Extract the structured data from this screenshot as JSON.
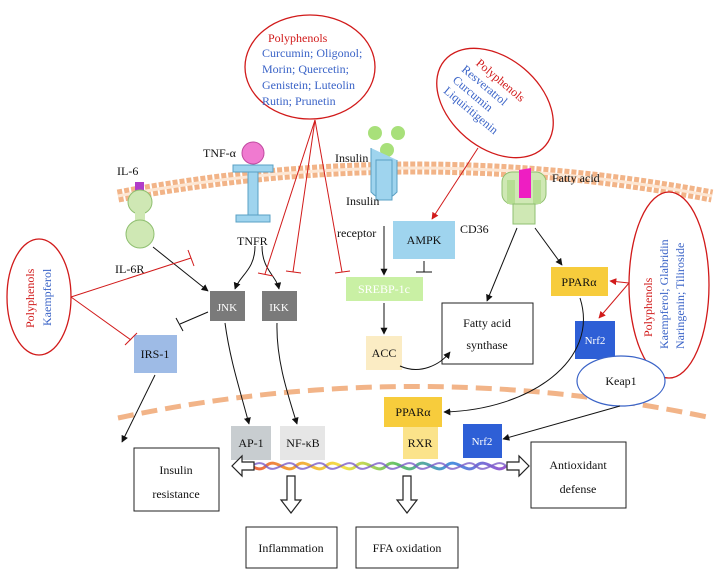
{
  "labels": {
    "il6": "IL-6",
    "il6r": "IL-6R",
    "tnf": "TNF-α",
    "tnfr": "TNFR",
    "insulin_top": "Insulin",
    "insulin_receptor_1": "Insulin",
    "insulin_receptor_2": "receptor",
    "fatty_acid": "Fatty acid",
    "cd36": "CD36",
    "ampk": "AMPK",
    "srebp": "SREBP-1c",
    "acc": "ACC",
    "fas_1": "Fatty acid",
    "fas_2": "synthase",
    "ppar_top": "PPARα",
    "nrf2_top": "Nrf2",
    "keap1": "Keap1",
    "jnk": "JNK",
    "ikk": "IKK",
    "irs1": "IRS-1",
    "ap1": "AP-1",
    "nfkb": "NF-κB",
    "ppar_bottom": "PPARα",
    "rxr": "RXR",
    "nrf2_bottom": "Nrf2",
    "insulin_res_1": "Insulin",
    "insulin_res_2": "resistance",
    "antiox_1": "Antioxidant",
    "antiox_2": "defense",
    "inflammation": "Inflammation",
    "ffa": "FFA oxidation"
  },
  "polyphenol_groups": {
    "top": {
      "title": "Polyphenols",
      "lines": [
        "Curcumin; Oligonol;",
        "Morin; Quercetin;",
        "Genistein; Luteolin",
        "Rutin; Prunetin"
      ]
    },
    "ampk": {
      "title": "Polyphenols",
      "lines": [
        "Resveratrol",
        "Curcumin",
        "Liquiritigenin"
      ]
    },
    "left": {
      "title": "Polyphenols",
      "lines": [
        "Kaempferol"
      ]
    },
    "right": {
      "title": "Polyphenols",
      "lines": [
        "Kaempferol; Glabridin",
        "Naringenin; Tiliroside"
      ]
    }
  },
  "colors": {
    "membrane": "#f2b488",
    "receptor_green": "#cfe8b4",
    "grey_box": "#7a7a7a",
    "light_blue": "#9fd4ee",
    "srebp_green": "#c9f0a4",
    "acc_yellow": "#fbecc4",
    "ppar_yellow": "#f7cc3c",
    "nrf2_blue": "#2e5fd6",
    "irs_blue": "#9ebbe6",
    "inhibit_red": "#d11a1a"
  }
}
